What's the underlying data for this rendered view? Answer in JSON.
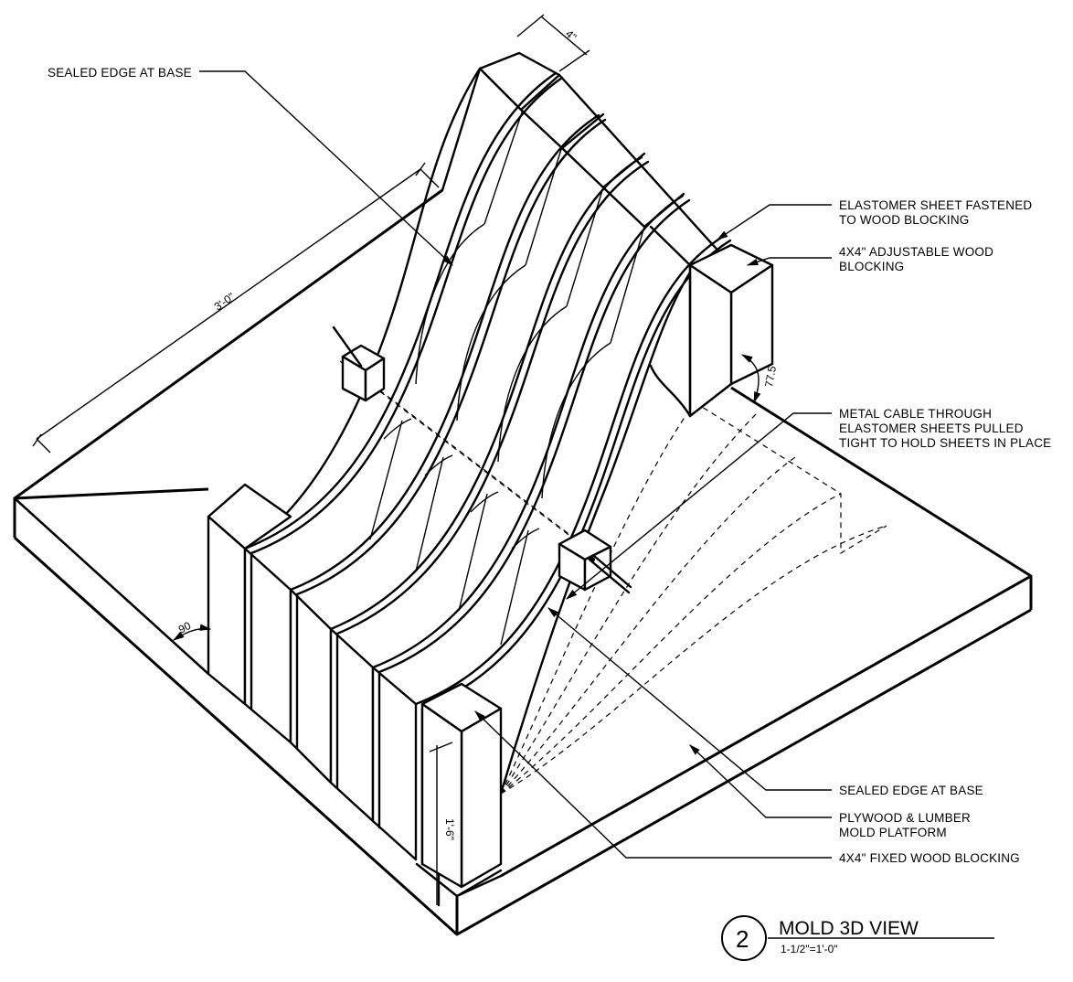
{
  "callouts": {
    "sealed_edge_top": "SEALED EDGE AT BASE",
    "elastomer_line1": "ELASTOMER SHEET FASTENED",
    "elastomer_line2": "TO WOOD BLOCKING",
    "adjustable_line1": "4X4\" ADJUSTABLE WOOD",
    "adjustable_line2": "BLOCKING",
    "cable_line1": "METAL CABLE THROUGH",
    "cable_line2": "ELASTOMER SHEETS PULLED",
    "cable_line3": "TIGHT TO HOLD SHEETS IN PLACE",
    "sealed_edge_bottom": "SEALED EDGE AT BASE",
    "platform_line1": "PLYWOOD & LUMBER",
    "platform_line2": "MOLD PLATFORM",
    "fixed_blocking": "4X4\" FIXED WOOD BLOCKING"
  },
  "dimensions": {
    "length": "3'-0\"",
    "width": "4\"",
    "angle_adjustable": "77.5",
    "angle_fixed": "90",
    "height": "1'-6\""
  },
  "title_block": {
    "number": "2",
    "title": "MOLD 3D VIEW",
    "scale": "1-1/2\"=1'-0\""
  }
}
